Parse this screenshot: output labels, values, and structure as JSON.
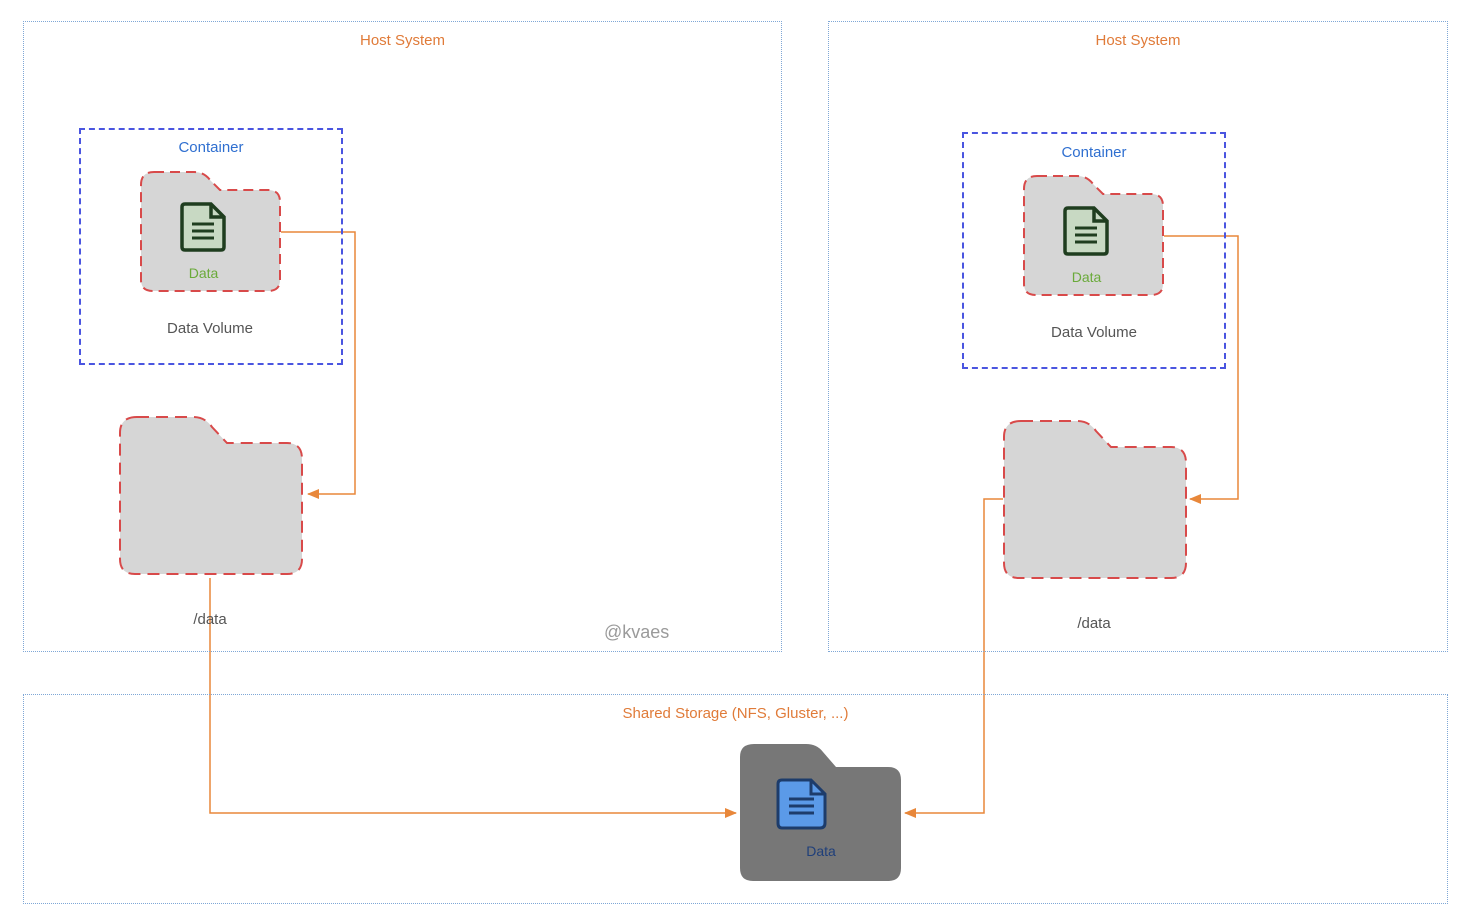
{
  "host_left": {
    "title": "Host System",
    "container": {
      "title": "Container",
      "volume_folder_label": "Data",
      "volume_caption": "Data Volume"
    },
    "host_folder_caption": "/data"
  },
  "host_right": {
    "title": "Host System",
    "container": {
      "title": "Container",
      "volume_folder_label": "Data",
      "volume_caption": "Data Volume"
    },
    "host_folder_caption": "/data"
  },
  "shared_storage": {
    "title": "Shared Storage (NFS, Gluster, ...)",
    "folder_label": "Data"
  },
  "watermark": "@kvaes",
  "icons": {
    "volume_folder": "folder-icon",
    "volume_document": "document-icon",
    "host_folder": "folder-icon",
    "shared_folder": "folder-icon",
    "shared_document": "document-icon"
  },
  "colors": {
    "panel_border": "#7fa7d6",
    "panel_title": "#e07b39",
    "container_border": "#4a55e0",
    "container_title": "#2f6fd0",
    "folder_fill": "#d6d6d6",
    "folder_dash": "#d84a4a",
    "shared_folder_fill": "#777777",
    "connector": "#e8873a",
    "data_label_green": "#6aaa3a",
    "document_blue": "#3c7ed6"
  }
}
